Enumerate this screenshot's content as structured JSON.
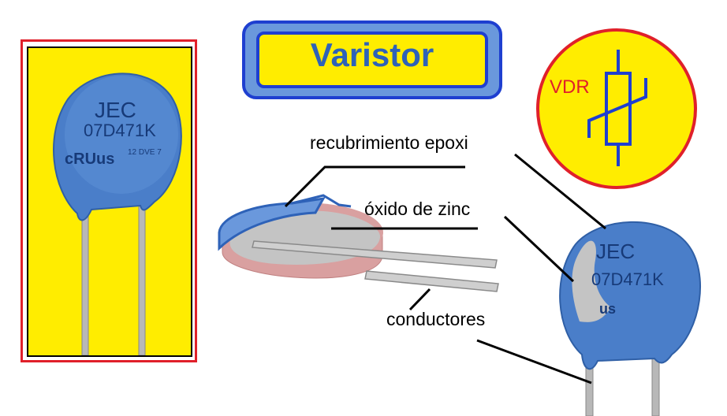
{
  "title": "Varistor",
  "symbol": {
    "label": "VDR"
  },
  "labels": {
    "coating": "recubrimiento epoxi",
    "oxide": "óxido de zinc",
    "leads": "conductores"
  },
  "component": {
    "brand": "JEC",
    "part_number": "07D471K",
    "cert_mark": "cRUus",
    "cert_codes": "12 DVE 7"
  },
  "colors": {
    "yellow": "#ffed00",
    "blue_body": "#4a7ec9",
    "title_blue": "#2e62b8",
    "red": "#e0202a",
    "oxide_grey": "#c4c4c4",
    "disc_pink": "#d9a0a0"
  }
}
